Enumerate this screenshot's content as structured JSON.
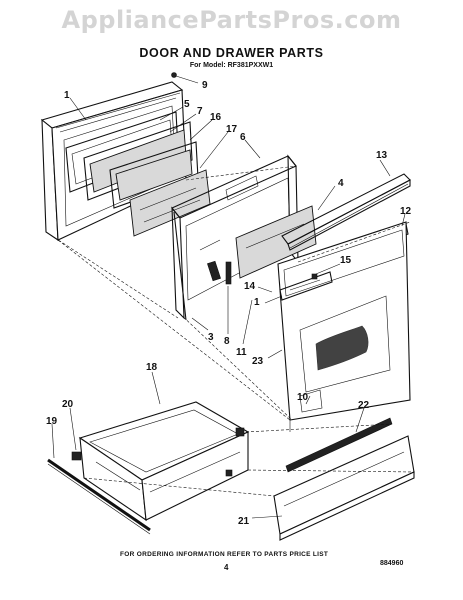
{
  "watermark": "AppliancePartsPros.com",
  "title": "DOOR AND DRAWER PARTS",
  "model_line": "For Model: RF381PXXW1",
  "callouts": [
    "1",
    "9",
    "5",
    "7",
    "16",
    "17",
    "6",
    "13",
    "4",
    "12",
    "15",
    "14",
    "1",
    "3",
    "8",
    "11",
    "23",
    "10",
    "18",
    "20",
    "19",
    "22",
    "21"
  ],
  "footer_note": "FOR ORDERING INFORMATION REFER TO PARTS PRICE LIST",
  "page_number": "4",
  "doc_code": "884960",
  "corner_left": "",
  "corner_right": ""
}
